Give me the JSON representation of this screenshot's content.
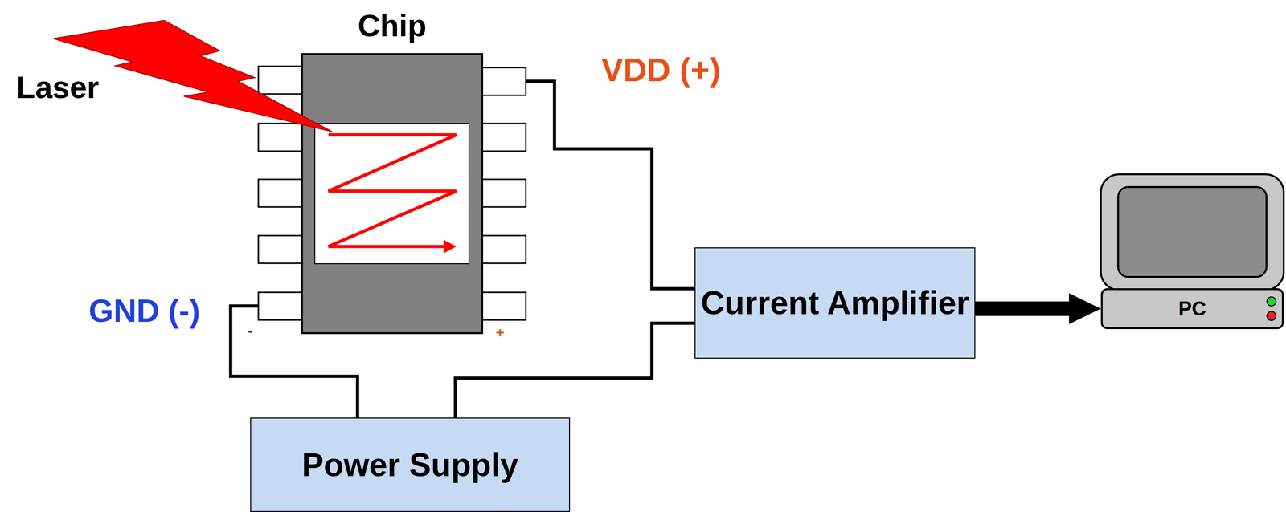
{
  "diagram": {
    "nodes": [
      {
        "text": [
          "Chip"
        ]
      },
      {
        "text": [
          "Current Amplifier"
        ]
      },
      {
        "text": [
          "PC"
        ]
      },
      {
        "text": [
          "Power Supply"
        ]
      }
    ],
    "edges": [
      {
        "from": 0,
        "to": 1,
        "arrow": "none"
      },
      {
        "from": 0,
        "to": 3,
        "arrow": "none"
      },
      {
        "from": 3,
        "to": 1,
        "arrow": "none"
      },
      {
        "from": 1,
        "to": 2,
        "arrow": "to"
      }
    ],
    "labels": [
      "Laser",
      "VDD (+)",
      "GND (-)",
      "-",
      "+"
    ]
  }
}
